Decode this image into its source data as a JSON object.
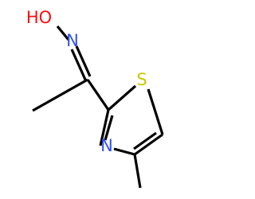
{
  "molecule": {
    "atoms": [
      {
        "id": "hydroxyl-oxygen",
        "label": "HO",
        "color": "#ff0d0d"
      },
      {
        "id": "oxime-nitrogen",
        "label": "N",
        "color": "#3050f8"
      },
      {
        "id": "ring-sulfur",
        "label": "S",
        "color": "#c8c800"
      },
      {
        "id": "ring-nitrogen",
        "label": "N",
        "color": "#3050f8"
      }
    ],
    "bond_color": "#000000"
  }
}
